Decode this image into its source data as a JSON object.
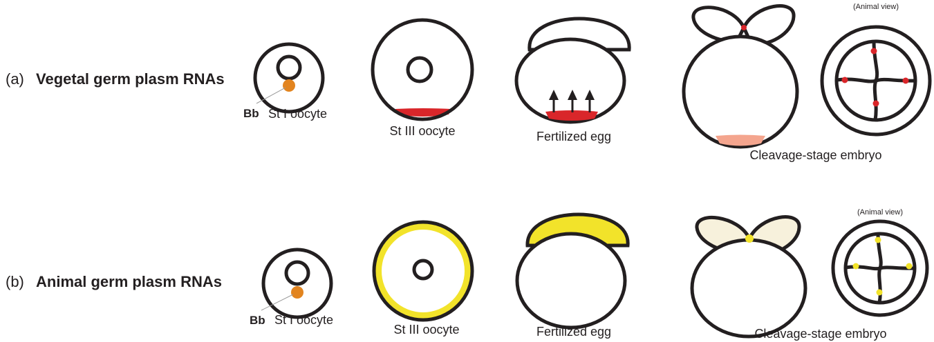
{
  "rows": [
    {
      "tag": "(a)",
      "title": "Vegetal germ plasm RNAs",
      "stages": {
        "bb": "Bb",
        "st1": "St I oocyte",
        "st3": "St III oocyte",
        "egg": "Fertilized egg",
        "cleavage": "Cleavage-stage embryo",
        "animal_view": "(Animal view)"
      }
    },
    {
      "tag": "(b)",
      "title": "Animal germ plasm RNAs",
      "stages": {
        "bb": "Bb",
        "st1": "St I oocyte",
        "st3": "St III oocyte",
        "egg": "Fertilized egg",
        "cleavage": "Cleavage-stage embryo",
        "animal_view": "(Animal view)"
      }
    }
  ],
  "colors": {
    "outline": "#231f20",
    "balbiani_body": "#e2841f",
    "vegetal_germ_plasm": "#d9262a",
    "vegetal_germ_plasm_faded": "#f4a58e",
    "animal_germ_plasm": "#f2e32a",
    "animal_germ_plasm_faded": "#f7f1dc"
  }
}
